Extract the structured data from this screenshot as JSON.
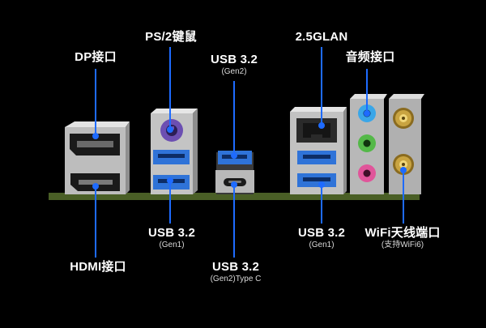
{
  "colors": {
    "background": "#000000",
    "leader": "#1e6bff",
    "label": "#ffffff",
    "pcb": "#4a5f26",
    "metal": "#c8c8c8",
    "usb_blue": "#2f73d8",
    "ps2_purple": "#6c4fb2",
    "audio_blue": "#3aa6e8",
    "audio_green": "#54b848",
    "audio_pink": "#e0559a",
    "antenna_gold": "#c9a441"
  },
  "labels": {
    "dp": {
      "main": "DP接口"
    },
    "hdmi": {
      "main": "HDMI接口"
    },
    "ps2": {
      "main": "PS/2键鼠"
    },
    "usb_gen1_left": {
      "main": "USB 3.2",
      "sub": "(Gen1)"
    },
    "usb_gen2_top": {
      "main": "USB 3.2",
      "sub": "(Gen2)"
    },
    "usb_gen2_typec": {
      "main": "USB 3.2",
      "sub": "(Gen2)Type C"
    },
    "lan": {
      "main": "2.5GLAN"
    },
    "usb_gen1_right": {
      "main": "USB 3.2",
      "sub": "(Gen1)"
    },
    "audio": {
      "main": "音频接口"
    },
    "wifi": {
      "main": "WiFi天线端口",
      "sub": "(支持WiFi6)"
    }
  }
}
